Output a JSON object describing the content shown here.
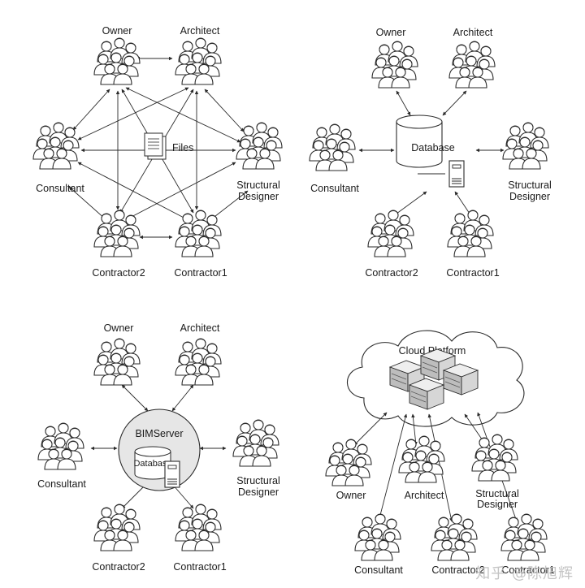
{
  "roles": {
    "owner": "Owner",
    "architect": "Architect",
    "consultant": "Consultant",
    "structural": [
      "Structural",
      "Designer"
    ],
    "contractor1": "Contractor1",
    "contractor2": "Contractor2"
  },
  "panel1": {
    "center_label": "Files"
  },
  "panel2": {
    "center_label": "Database"
  },
  "panel3": {
    "center_label": "BIMServer",
    "inner_label": "Database"
  },
  "panel4": {
    "center_label": "Cloud Platform"
  },
  "watermark": "知乎 @陈旭辉",
  "colors": {
    "line": "#2a2a2a",
    "person_fill": "#ffffff",
    "server_fill": "#d9d9d9",
    "circle_fill": "#e6e6e6"
  },
  "icons": {
    "people": "people-group-icon",
    "files": "files-icon",
    "database": "database-icon",
    "server": "server-icon",
    "cloud": "cloud-icon"
  }
}
